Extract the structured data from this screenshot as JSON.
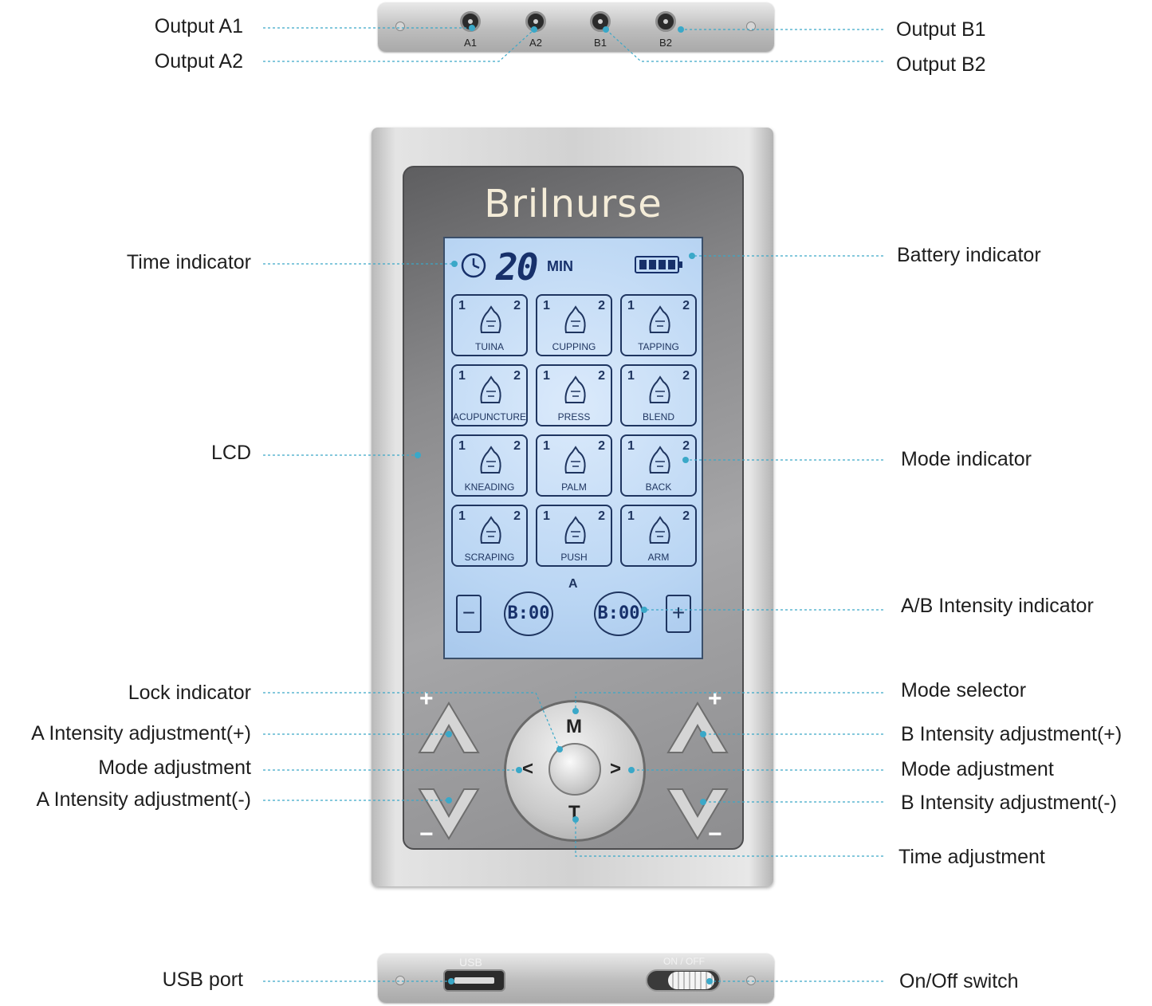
{
  "device": {
    "brand": "Brilnurse",
    "timer_value": "20",
    "timer_unit": "MIN",
    "channel_label": "A",
    "intensity_left": "B:00",
    "intensity_right": "B:00",
    "minus_symbol": "−",
    "plus_symbol": "+",
    "dial_top": "M",
    "dial_bottom": "T",
    "dial_left": "<",
    "dial_right": ">",
    "btn_plus": "+",
    "btn_minus": "−",
    "up_glyph": "^",
    "down_glyph": "v",
    "usb_label": "USB",
    "switch_label": "ON / OFF",
    "battery_bars": 4
  },
  "jacks": [
    "A1",
    "A2",
    "B1",
    "B2"
  ],
  "modes": [
    {
      "name": "TUINA",
      "n1": "1",
      "n2": "2"
    },
    {
      "name": "CUPPING",
      "n1": "1",
      "n2": "2"
    },
    {
      "name": "TAPPING",
      "n1": "1",
      "n2": "2"
    },
    {
      "name": "ACUPUNCTURE",
      "n1": "1",
      "n2": "2"
    },
    {
      "name": "PRESS",
      "n1": "1",
      "n2": "2"
    },
    {
      "name": "BLEND",
      "n1": "1",
      "n2": "2"
    },
    {
      "name": "KNEADING",
      "n1": "1",
      "n2": "2"
    },
    {
      "name": "PALM",
      "n1": "1",
      "n2": "2"
    },
    {
      "name": "BACK",
      "n1": "1",
      "n2": "2"
    },
    {
      "name": "SCRAPING",
      "n1": "1",
      "n2": "2"
    },
    {
      "name": "PUSH",
      "n1": "1",
      "n2": "2"
    },
    {
      "name": "ARM",
      "n1": "1",
      "n2": "2"
    }
  ],
  "callouts": {
    "output_a1": "Output A1",
    "output_a2": "Output A2",
    "output_b1": "Output B1",
    "output_b2": "Output B2",
    "time_indicator": "Time indicator",
    "battery_indicator": "Battery indicator",
    "lcd": "LCD",
    "mode_indicator": "Mode indicator",
    "ab_intensity_indicator": "A/B Intensity indicator",
    "lock_indicator": "Lock indicator",
    "mode_selector": "Mode selector",
    "a_intensity_plus": "A Intensity adjustment(+)",
    "b_intensity_plus": "B Intensity adjustment(+)",
    "mode_adjustment_left": "Mode adjustment",
    "mode_adjustment_right": "Mode adjustment",
    "a_intensity_minus": "A Intensity adjustment(-)",
    "b_intensity_minus": "B Intensity adjustment(-)",
    "time_adjustment": "Time adjustment",
    "usb_port": "USB port",
    "onoff_switch": "On/Off switch"
  },
  "colors": {
    "leader": "#3aa8c8",
    "lcd_text": "#1f3560",
    "lcd_backlight": "#b9d5f3"
  }
}
